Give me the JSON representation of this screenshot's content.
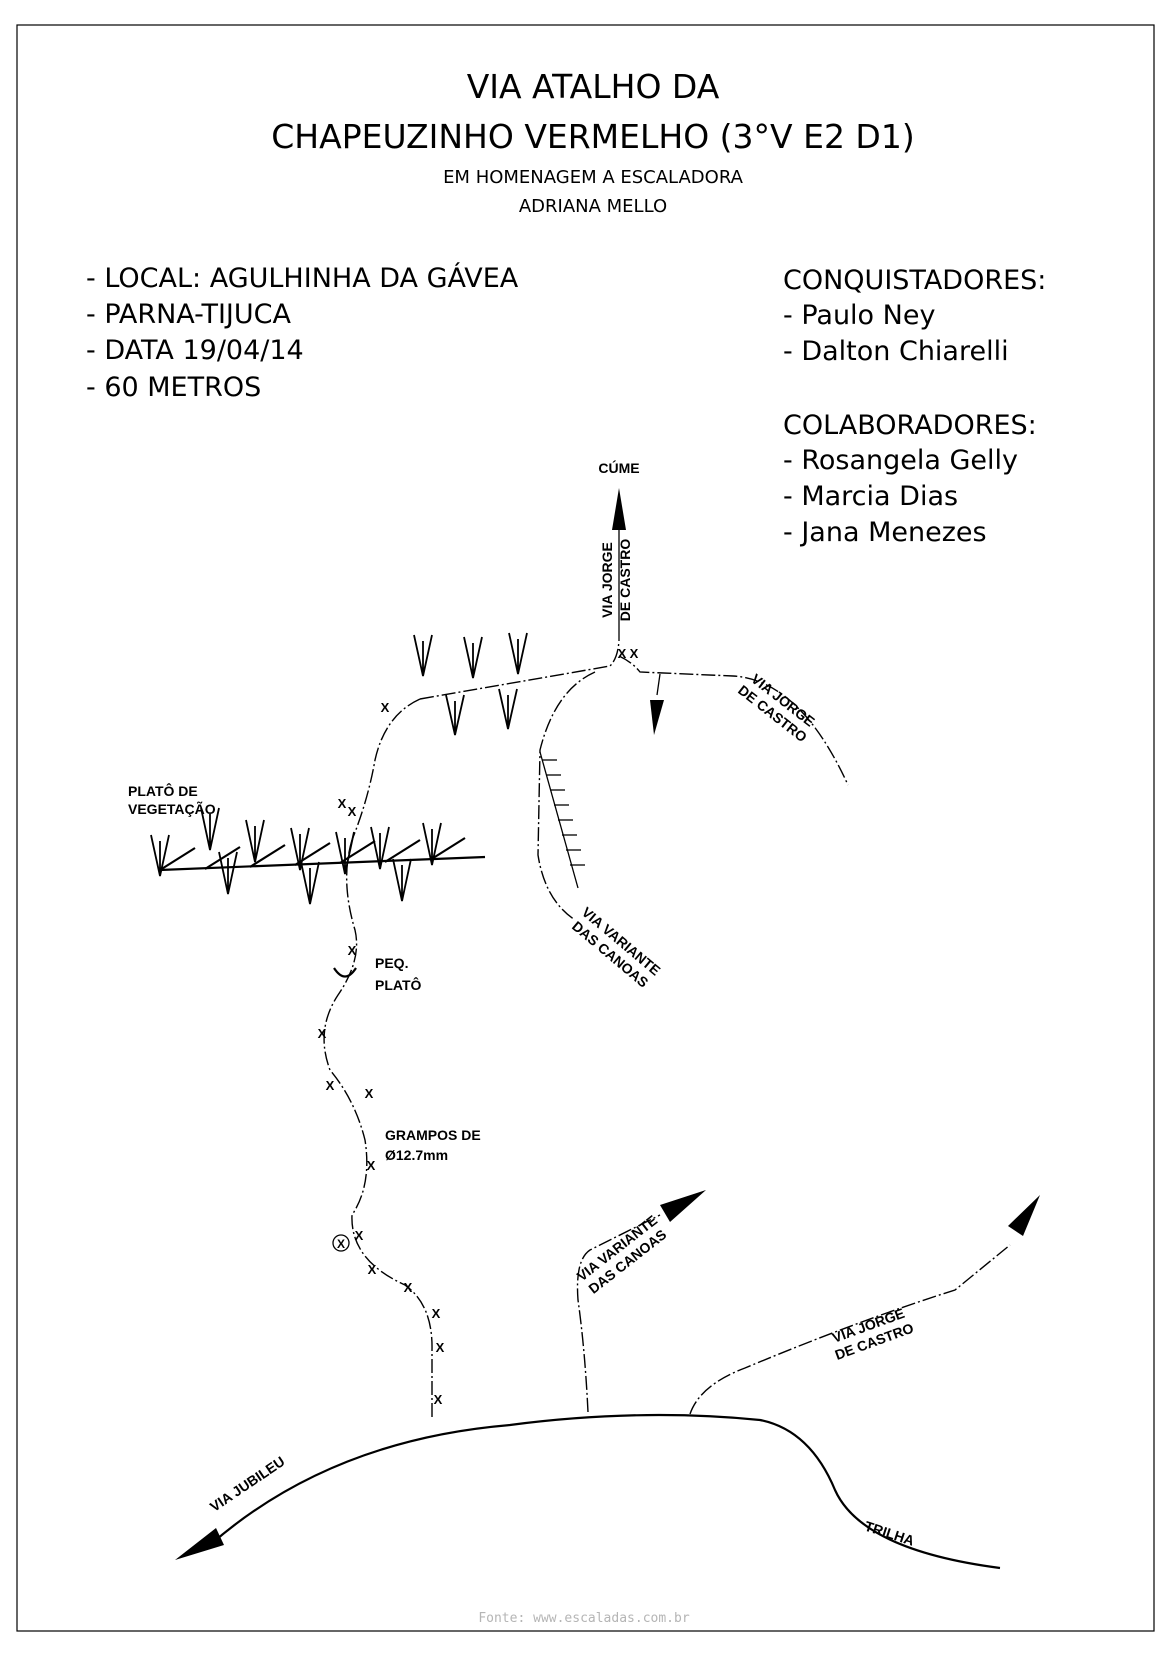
{
  "title": {
    "line1": "VIA ATALHO DA",
    "line2": "CHAPEUZINHO VERMELHO (3°V E2 D1)",
    "dedication_line1": "EM HOMENAGEM A ESCALADORA",
    "dedication_line2": "ADRIANA MELLO"
  },
  "info": [
    "- LOCAL: AGULHINHA DA GÁVEA",
    "- PARNA-TIJUCA",
    "- DATA 19/04/14",
    "- 60 METROS"
  ],
  "conquistadores": {
    "heading": "CONQUISTADORES:",
    "names": [
      "- Paulo Ney",
      "- Dalton Chiarelli"
    ]
  },
  "colaboradores": {
    "heading": "COLABORADORES:",
    "names": [
      "- Rosangela Gelly",
      "- Marcia Dias",
      "- Jana Menezes"
    ]
  },
  "labels": {
    "cume": "CÚME",
    "jorge_top_l1": "VIA JORGE",
    "jorge_top_l2": "DE CASTRO",
    "jorge_right_l1": "VIA JORGE",
    "jorge_right_l2": "DE CASTRO",
    "plato_veg_l1": "PLATÔ DE",
    "plato_veg_l2": "VEGETAÇÃO",
    "variante_mid_l1": "VIA VARIANTE",
    "variante_mid_l2": "DAS CANOAS",
    "peq_plato_l1": "PEQ.",
    "peq_plato_l2": "PLATÔ",
    "grampos_l1": "GRAMPOS DE",
    "grampos_l2": "Ø12.7mm",
    "variante_low_l1": "VIA VARIANTE",
    "variante_low_l2": "DAS CANOAS",
    "jorge_low_l1": "VIA JORGE",
    "jorge_low_l2": "DE CASTRO",
    "jubileu": "VIA JUBILEU",
    "trilha": "TRILHA",
    "bolt_mark": "X"
  },
  "footer": "Fonte: www.escaladas.com.br"
}
